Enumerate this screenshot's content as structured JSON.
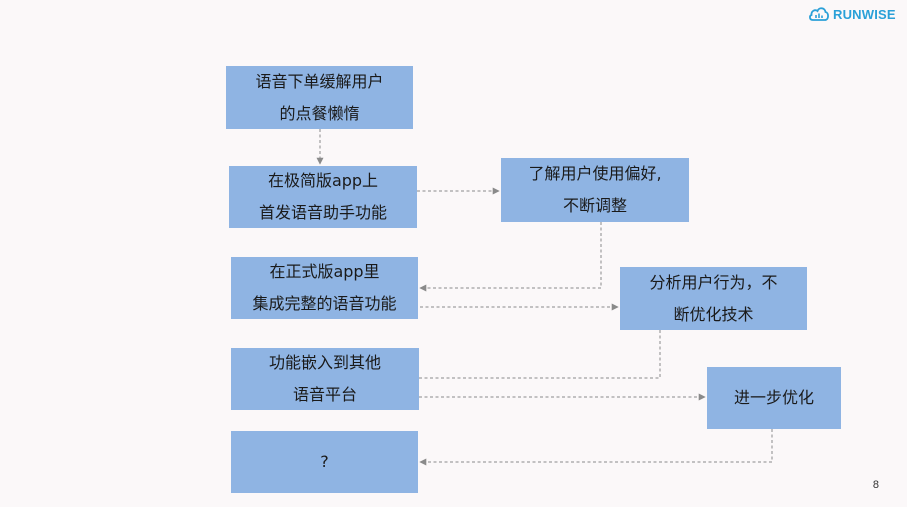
{
  "logo": {
    "text": "RUNWISE"
  },
  "page_number": "8",
  "nodes": {
    "n1": {
      "line1": "语音下单缓解用户",
      "line2": "的点餐懒惰"
    },
    "n2": {
      "line1": "在极简版app上",
      "line2": "首发语音助手功能"
    },
    "n3": {
      "line1": "了解用户使用偏好,",
      "line2": "不断调整"
    },
    "n4": {
      "line1": "在正式版app里",
      "line2": "集成完整的语音功能"
    },
    "n5": {
      "line1": "分析用户行为，不",
      "line2": "断优化技术"
    },
    "n6": {
      "line1": "功能嵌入到其他",
      "line2": "语音平台"
    },
    "n7": {
      "line1": "进一步优化"
    },
    "n8": {
      "line1": "?"
    }
  },
  "edges": [
    {
      "from": "n1",
      "to": "n2"
    },
    {
      "from": "n2",
      "to": "n3"
    },
    {
      "from": "n3",
      "to": "n4"
    },
    {
      "from": "n4",
      "to": "n5"
    },
    {
      "from": "n5",
      "to": "n6"
    },
    {
      "from": "n6",
      "to": "n7"
    },
    {
      "from": "n7",
      "to": "n8"
    }
  ],
  "colors": {
    "box_fill": "#8fb4e3",
    "connector": "#8a8a8a",
    "logo": "#2aa0d8",
    "background": "#fbf8f9"
  }
}
